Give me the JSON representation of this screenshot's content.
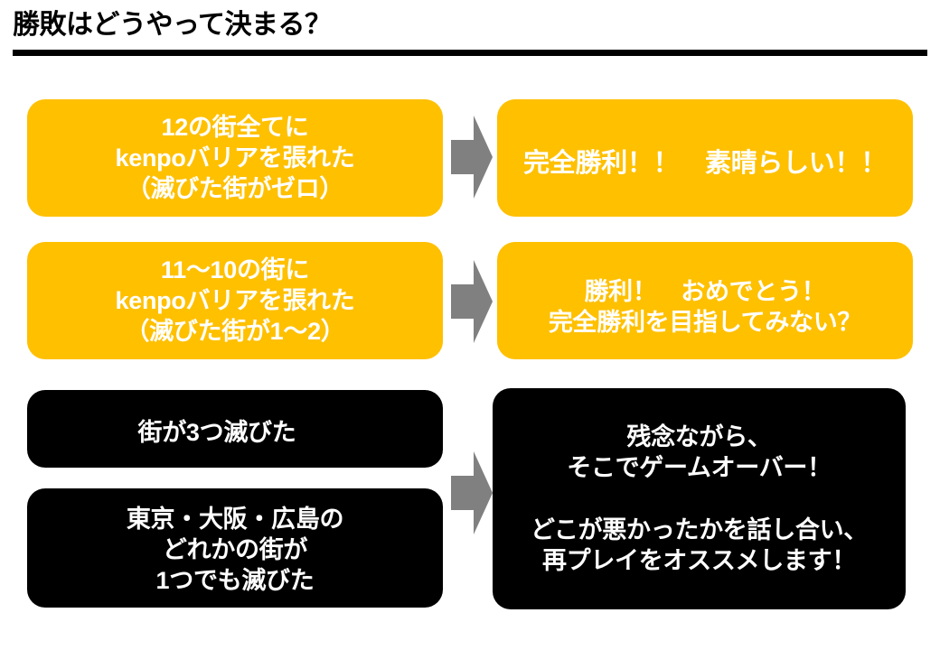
{
  "slide": {
    "title": "勝敗はどうやって決まる？",
    "rule_color": "#000000"
  },
  "colors": {
    "accent_yellow": "#ffc000",
    "dark": "#000000",
    "arrow_gray": "#808080",
    "text_on_box": "#ffffff",
    "background": "#ffffff"
  },
  "rows": [
    {
      "condition": {
        "label": "12の街全てに\nkenpoバリアを張れた\n（滅びた街がゼロ）",
        "style": "yellow"
      },
      "arrow": "arrow-right-icon",
      "result": {
        "label": "完全勝利！！　素晴らしい！！",
        "style": "yellow"
      }
    },
    {
      "condition": {
        "label": "11〜10の街に\nkenpoバリアを張れた\n（滅びた街が1〜2）",
        "style": "yellow"
      },
      "arrow": "arrow-right-icon",
      "result": {
        "label": "勝利！　おめでとう！\n完全勝利を目指してみない？",
        "style": "yellow"
      }
    },
    {
      "condition": {
        "label": "街が3つ滅びた",
        "style": "black"
      },
      "condition_secondary": {
        "label": "東京・大阪・広島の\nどれかの街が\n1つでも滅びた",
        "style": "black"
      },
      "arrow": "arrow-right-icon",
      "result": {
        "label": "残念ながら、\nそこでゲームオーバー！\n\nどこが悪かったかを話し合い、\n再プレイをオススメします！",
        "style": "black"
      }
    }
  ]
}
